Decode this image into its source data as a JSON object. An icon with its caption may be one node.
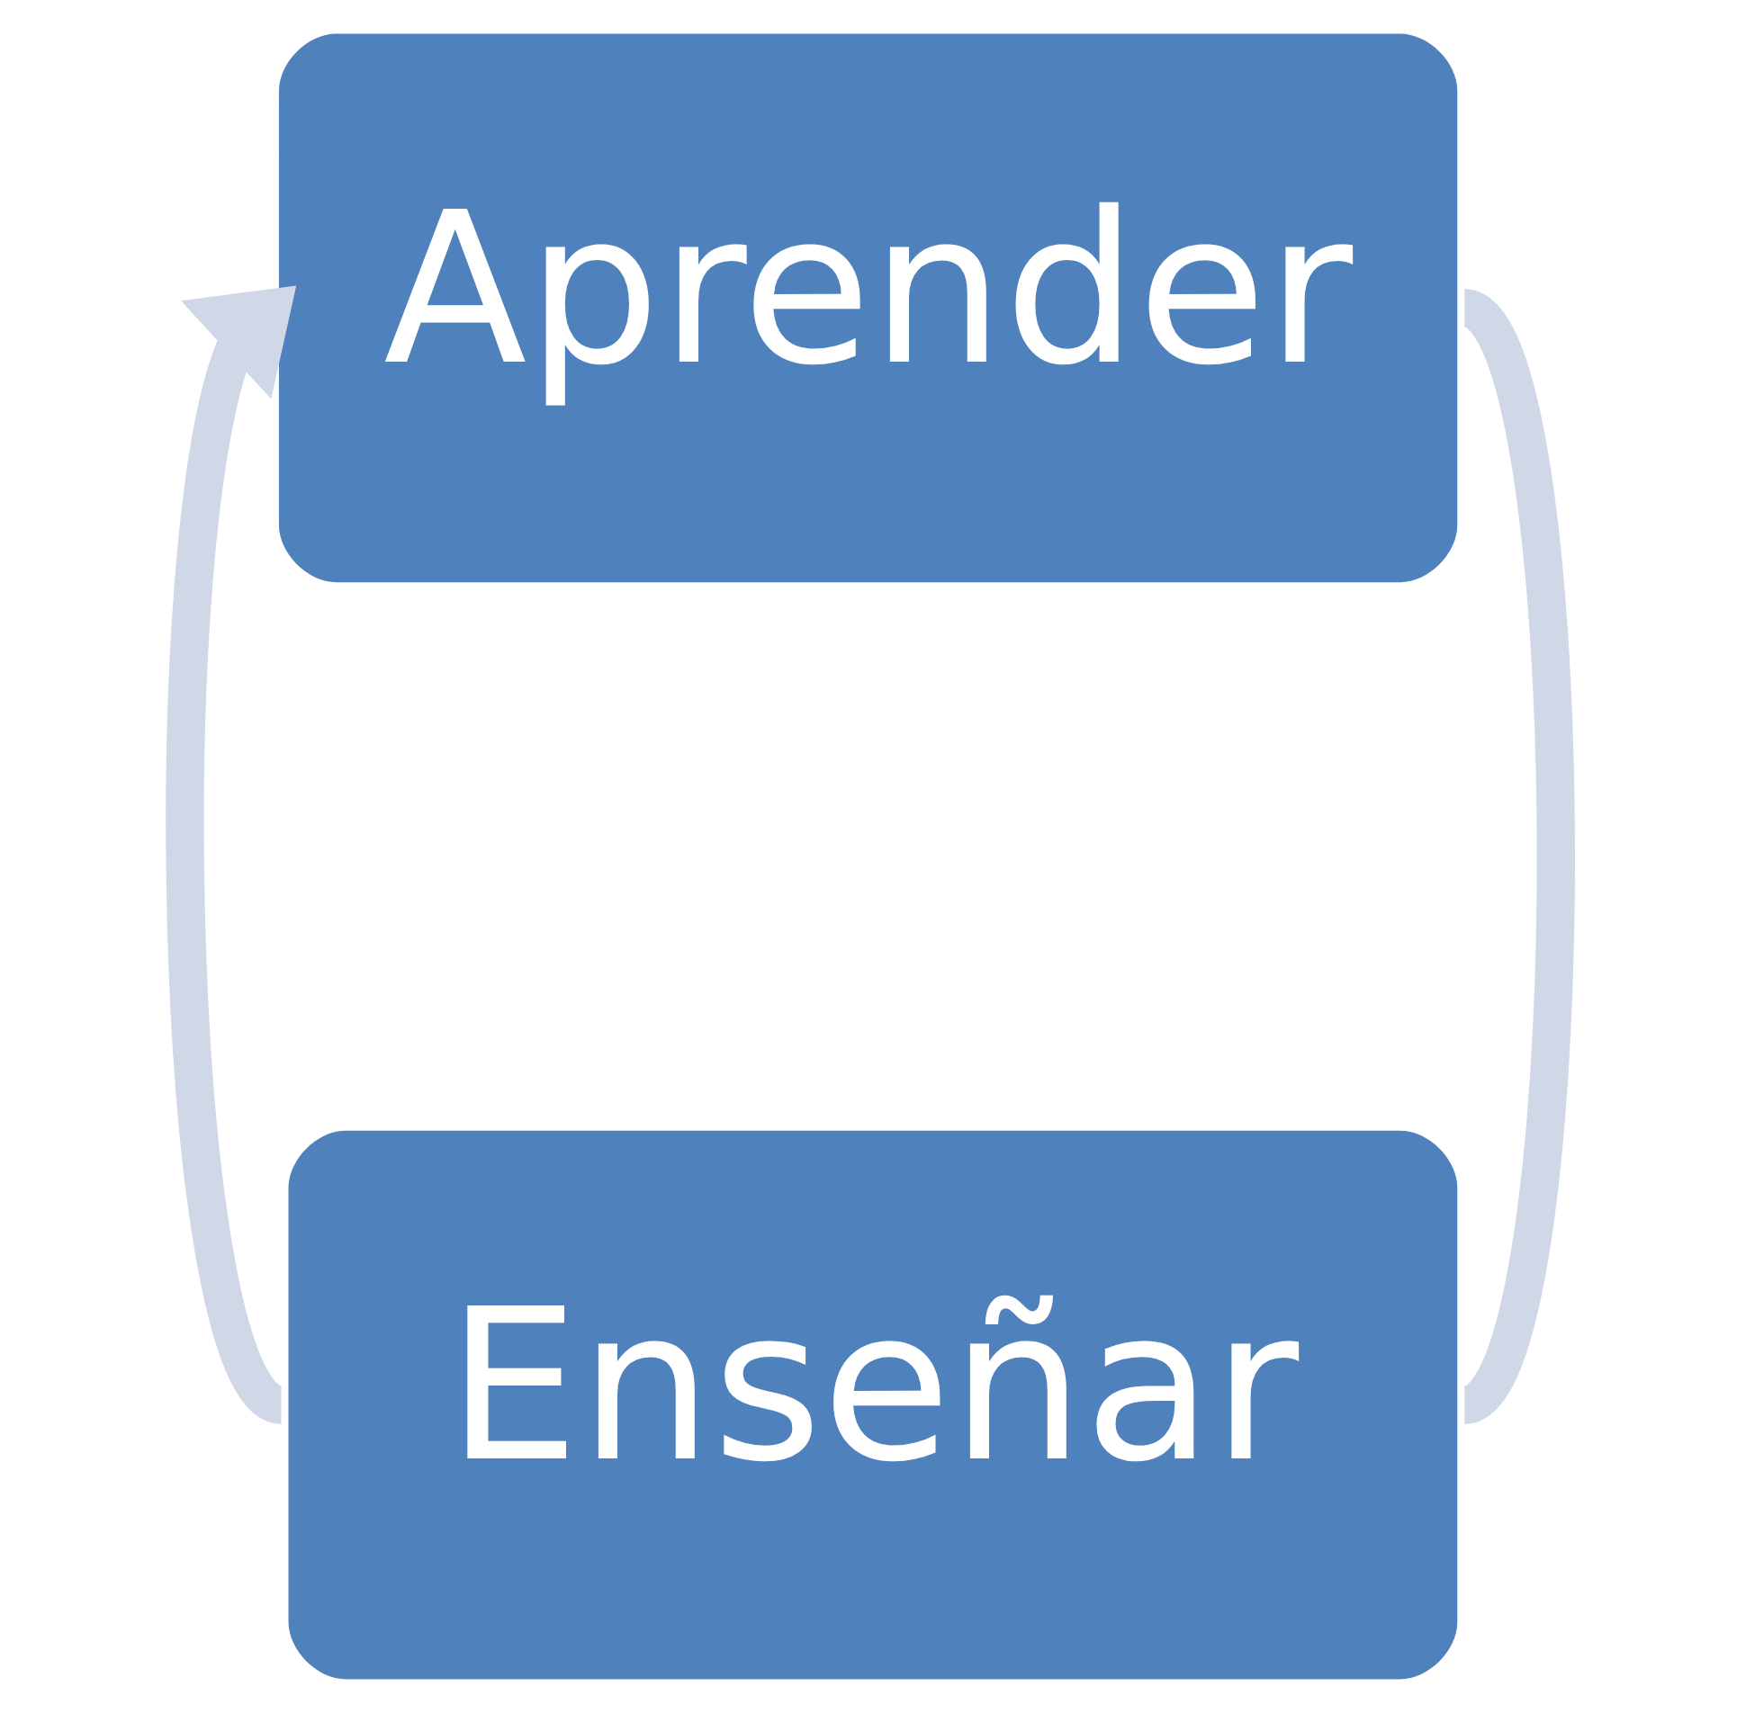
{
  "diagram": {
    "nodes": [
      {
        "text": [
          "Aprender"
        ]
      },
      {
        "text": [
          "Enseñar"
        ]
      }
    ],
    "edges": [
      {
        "from": 0,
        "to": 1,
        "arrow": "none"
      },
      {
        "from": 1,
        "to": 0,
        "arrow": "to"
      }
    ]
  }
}
